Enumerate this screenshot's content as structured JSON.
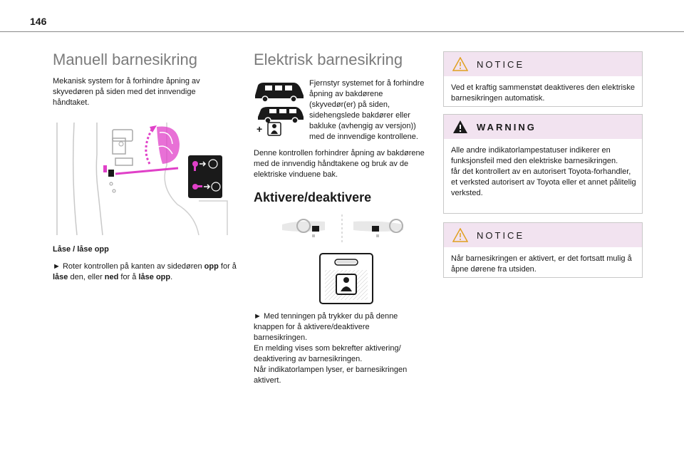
{
  "page": {
    "number": "146"
  },
  "left": {
    "title": "Manuell barnesikring",
    "intro": "Mekanisk system for å forhindre åpning av skyvedøren på siden med det innvendige håndtaket.",
    "subheading": "Låse / låse opp",
    "step": {
      "arrow": "►",
      "t1": " Roter kontrollen på kanten av sidedøren ",
      "b1": "opp",
      "t2": " for å ",
      "b2": "låse",
      "t3": " den, eller ",
      "b3": "ned",
      "t4": " for å ",
      "b4": "låse opp",
      "t5": "."
    }
  },
  "middle": {
    "title": "Elektrisk barnesikring",
    "description": "Fjernstyr systemet for å forhindre åpning av bakdørene (skyvedør(er) på siden, sidehengslede bakdører eller bakluke (avhengig av versjon)) med de innvendige kontrollene.",
    "paragraph": "Denne kontrollen forhindrer åpning av bakdørene med de innvendig håndtakene og bruk av de elektriske vinduene bak.",
    "subtitle": "Aktivere/deaktivere",
    "step": {
      "arrow": "►",
      "line1": " Med tenningen på trykker du på denne knappen for å aktivere/deaktivere barnesikringen.",
      "line2": "En melding vises som bekrefter aktivering/ deaktivering av barnesikringen.",
      "line3": "Når indikatorlampen lyser, er barnesikringen aktivert."
    }
  },
  "notices": [
    {
      "type": "notice",
      "label": "NOTICE",
      "body": "Ved et kraftig sammenstøt deaktiveres den elektriske barnesikringen automatisk."
    },
    {
      "type": "warning",
      "label": "WARNING",
      "body1": "Alle andre indikatorlampestatuser indikerer en funksjonsfeil med den elektriske barnesikringen.",
      "body2": "får det kontrollert av en autorisert Toyota-forhandler, et verksted autorisert av Toyota eller et annet pålitelig verksted."
    },
    {
      "type": "notice",
      "label": "NOTICE",
      "body": "Når barnesikringen er aktivert, er det fortsatt mulig å åpne dørene fra utsiden."
    }
  ],
  "colors": {
    "accent": "#e040c8",
    "notice_header": "#f2e3f0",
    "title_grey": "#7b7b7b",
    "warning_icon": "#1a1a1a",
    "notice_icon": "#e0a020"
  }
}
